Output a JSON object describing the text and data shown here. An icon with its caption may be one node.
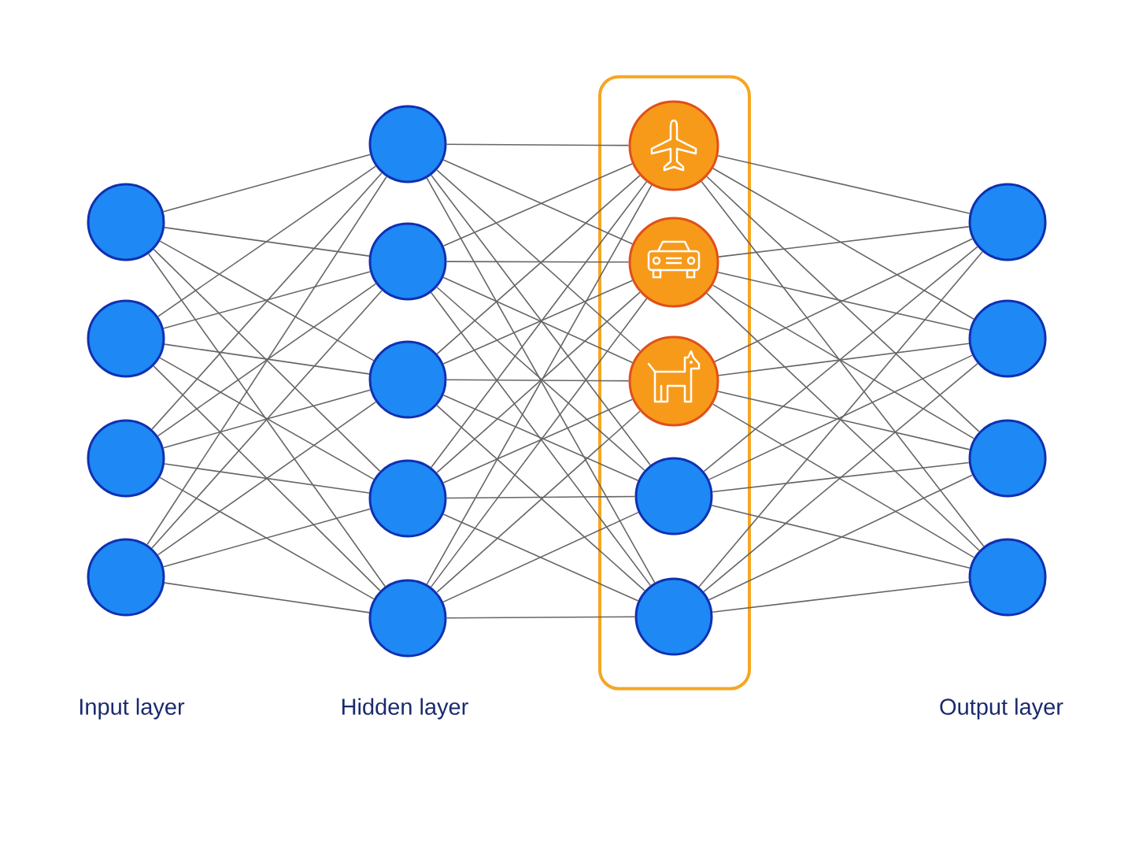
{
  "diagram": {
    "nodes": [
      {
        "text": [],
        "shape": "circle"
      },
      {
        "text": [],
        "shape": "circle"
      },
      {
        "text": [],
        "shape": "circle"
      },
      {
        "text": [],
        "shape": "circle"
      },
      {
        "text": [],
        "shape": "circle"
      },
      {
        "text": [],
        "shape": "circle"
      },
      {
        "text": [],
        "shape": "circle"
      },
      {
        "text": [],
        "shape": "circle"
      },
      {
        "text": [],
        "shape": "circle"
      },
      {
        "text": [],
        "shape": "box"
      },
      {
        "text": [],
        "shape": "circle",
        "in": 9
      },
      {
        "text": [],
        "shape": "circle",
        "in": 9
      },
      {
        "text": [],
        "shape": "circle",
        "in": 9
      },
      {
        "text": [],
        "shape": "circle",
        "in": 9
      },
      {
        "text": [],
        "shape": "circle",
        "in": 9
      },
      {
        "text": [],
        "shape": "circle"
      },
      {
        "text": [],
        "shape": "circle"
      },
      {
        "text": [],
        "shape": "circle"
      },
      {
        "text": [],
        "shape": "circle"
      }
    ],
    "edges": [
      {
        "from": 0,
        "to": 4,
        "arrow": "none"
      },
      {
        "from": 0,
        "to": 5,
        "arrow": "none"
      },
      {
        "from": 0,
        "to": 6,
        "arrow": "none"
      },
      {
        "from": 0,
        "to": 7,
        "arrow": "none"
      },
      {
        "from": 0,
        "to": 8,
        "arrow": "none"
      },
      {
        "from": 1,
        "to": 4,
        "arrow": "none"
      },
      {
        "from": 1,
        "to": 5,
        "arrow": "none"
      },
      {
        "from": 1,
        "to": 6,
        "arrow": "none"
      },
      {
        "from": 1,
        "to": 7,
        "arrow": "none"
      },
      {
        "from": 1,
        "to": 8,
        "arrow": "none"
      },
      {
        "from": 2,
        "to": 4,
        "arrow": "none"
      },
      {
        "from": 2,
        "to": 5,
        "arrow": "none"
      },
      {
        "from": 2,
        "to": 6,
        "arrow": "none"
      },
      {
        "from": 2,
        "to": 7,
        "arrow": "none"
      },
      {
        "from": 2,
        "to": 8,
        "arrow": "none"
      },
      {
        "from": 3,
        "to": 4,
        "arrow": "none"
      },
      {
        "from": 3,
        "to": 5,
        "arrow": "none"
      },
      {
        "from": 3,
        "to": 6,
        "arrow": "none"
      },
      {
        "from": 3,
        "to": 7,
        "arrow": "none"
      },
      {
        "from": 3,
        "to": 8,
        "arrow": "none"
      },
      {
        "from": 4,
        "to": 10,
        "arrow": "none"
      },
      {
        "from": 4,
        "to": 11,
        "arrow": "none"
      },
      {
        "from": 4,
        "to": 12,
        "arrow": "none"
      },
      {
        "from": 4,
        "to": 13,
        "arrow": "none"
      },
      {
        "from": 4,
        "to": 14,
        "arrow": "none"
      },
      {
        "from": 5,
        "to": 10,
        "arrow": "none"
      },
      {
        "from": 5,
        "to": 11,
        "arrow": "none"
      },
      {
        "from": 5,
        "to": 12,
        "arrow": "none"
      },
      {
        "from": 5,
        "to": 13,
        "arrow": "none"
      },
      {
        "from": 5,
        "to": 14,
        "arrow": "none"
      },
      {
        "from": 6,
        "to": 10,
        "arrow": "none"
      },
      {
        "from": 6,
        "to": 11,
        "arrow": "none"
      },
      {
        "from": 6,
        "to": 12,
        "arrow": "none"
      },
      {
        "from": 6,
        "to": 13,
        "arrow": "none"
      },
      {
        "from": 6,
        "to": 14,
        "arrow": "none"
      },
      {
        "from": 7,
        "to": 10,
        "arrow": "none"
      },
      {
        "from": 7,
        "to": 11,
        "arrow": "none"
      },
      {
        "from": 7,
        "to": 12,
        "arrow": "none"
      },
      {
        "from": 7,
        "to": 13,
        "arrow": "none"
      },
      {
        "from": 7,
        "to": 14,
        "arrow": "none"
      },
      {
        "from": 8,
        "to": 10,
        "arrow": "none"
      },
      {
        "from": 8,
        "to": 11,
        "arrow": "none"
      },
      {
        "from": 8,
        "to": 12,
        "arrow": "none"
      },
      {
        "from": 8,
        "to": 13,
        "arrow": "none"
      },
      {
        "from": 8,
        "to": 14,
        "arrow": "none"
      },
      {
        "from": 10,
        "to": 15,
        "arrow": "none"
      },
      {
        "from": 10,
        "to": 16,
        "arrow": "none"
      },
      {
        "from": 10,
        "to": 17,
        "arrow": "none"
      },
      {
        "from": 10,
        "to": 18,
        "arrow": "none"
      },
      {
        "from": 11,
        "to": 15,
        "arrow": "none"
      },
      {
        "from": 11,
        "to": 16,
        "arrow": "none"
      },
      {
        "from": 11,
        "to": 17,
        "arrow": "none"
      },
      {
        "from": 11,
        "to": 18,
        "arrow": "none"
      },
      {
        "from": 12,
        "to": 15,
        "arrow": "none"
      },
      {
        "from": 12,
        "to": 16,
        "arrow": "none"
      },
      {
        "from": 12,
        "to": 17,
        "arrow": "none"
      },
      {
        "from": 12,
        "to": 18,
        "arrow": "none"
      },
      {
        "from": 13,
        "to": 15,
        "arrow": "none"
      },
      {
        "from": 13,
        "to": 16,
        "arrow": "none"
      },
      {
        "from": 13,
        "to": 17,
        "arrow": "none"
      },
      {
        "from": 13,
        "to": 18,
        "arrow": "none"
      },
      {
        "from": 14,
        "to": 15,
        "arrow": "none"
      },
      {
        "from": 14,
        "to": 16,
        "arrow": "none"
      },
      {
        "from": 14,
        "to": 17,
        "arrow": "none"
      },
      {
        "from": 14,
        "to": 18,
        "arrow": "none"
      }
    ],
    "labels": [
      "Input layer",
      "Hidden layer",
      "Output layer"
    ]
  }
}
